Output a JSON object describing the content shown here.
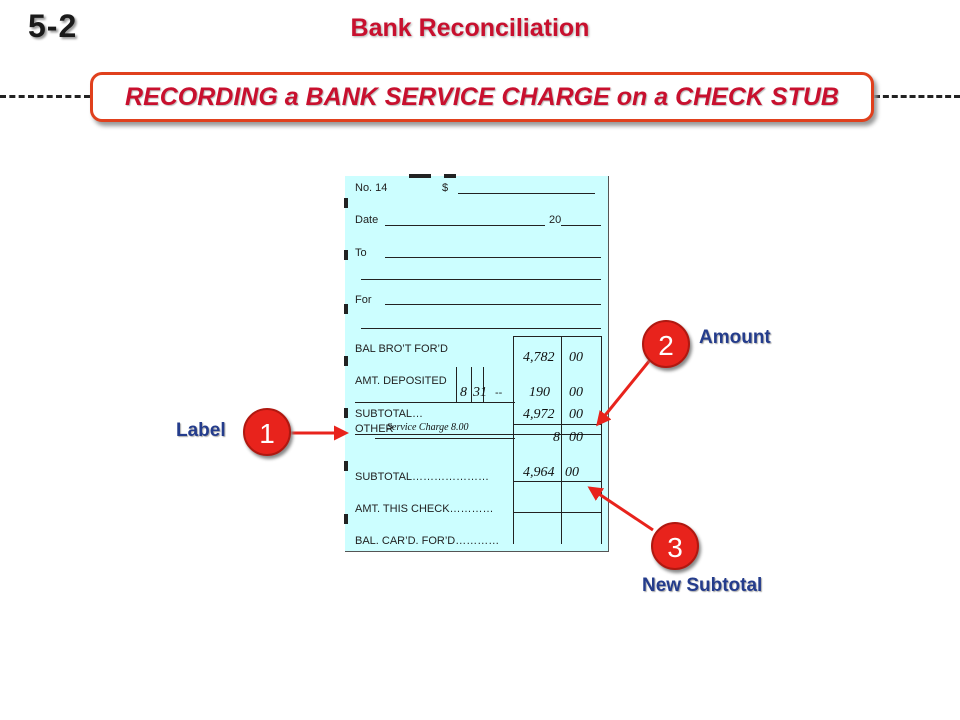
{
  "slide": {
    "number": "5-2",
    "title": "Bank Reconciliation"
  },
  "banner": {
    "text": "RECORDING a BANK SERVICE CHARGE on a CHECK STUB"
  },
  "stub": {
    "no_label": "No. 14",
    "dollar": "$",
    "date_label": "Date",
    "year": "20",
    "to_label": "To",
    "for_label": "For",
    "bal_brot": "BAL BRO’T FOR’D",
    "amt_deposited": "AMT. DEPOSITED",
    "subtotal1": "SUBTOTAL…",
    "other_label": "OTHER",
    "other_note": "Service Charge 8.00",
    "subtotal2": "SUBTOTAL…………………",
    "amt_this_check": "AMT. THIS CHECK…………",
    "bal_card": "BAL. CAR’D. FOR’D…………",
    "bal_brot_value": "4,782",
    "bal_brot_cents": "00",
    "deposit_month": "8",
    "deposit_day": "31",
    "deposit_dash": "--",
    "deposit_value": "190",
    "deposit_cents": "00",
    "subtotal1_value": "4,972",
    "subtotal1_cents": "00",
    "other_value": "8",
    "other_cents": "00",
    "subtotal2_value": "4,964",
    "subtotal2_cents": "00"
  },
  "callouts": [
    {
      "number": "1",
      "label": "Label"
    },
    {
      "number": "2",
      "label": "Amount"
    },
    {
      "number": "3",
      "label": "New Subtotal"
    }
  ],
  "colors": {
    "title_red": "#c8102e",
    "callout_red": "#e8231c",
    "label_blue": "#243c8c",
    "stub_bg": "#ccfeff"
  }
}
